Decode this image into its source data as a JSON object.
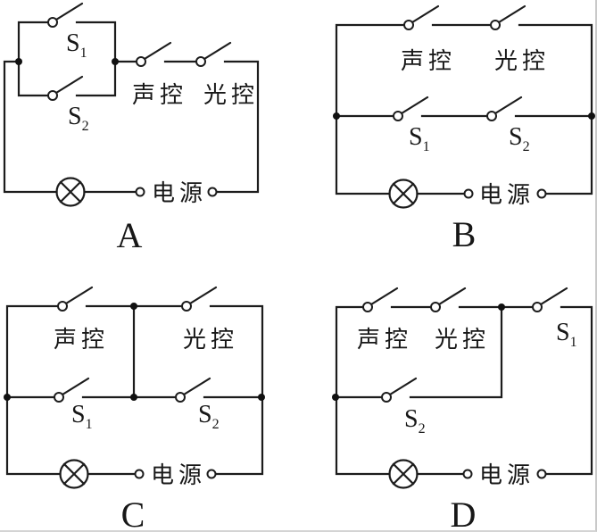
{
  "figure": {
    "background_color": "#ffffff",
    "ink_color": "#1c1c1c",
    "lamp_icon": "circle-with-x",
    "circuits": [
      {
        "letter": "A",
        "sound_label": "声控",
        "light_label": "光控",
        "power_label": "电源",
        "s1": {
          "base": "S",
          "sub": "1"
        },
        "s2": {
          "base": "S",
          "sub": "2"
        }
      },
      {
        "letter": "B",
        "sound_label": "声控",
        "light_label": "光控",
        "power_label": "电源",
        "s1": {
          "base": "S",
          "sub": "1"
        },
        "s2": {
          "base": "S",
          "sub": "2"
        }
      },
      {
        "letter": "C",
        "sound_label": "声控",
        "light_label": "光控",
        "power_label": "电源",
        "s1": {
          "base": "S",
          "sub": "1"
        },
        "s2": {
          "base": "S",
          "sub": "2"
        }
      },
      {
        "letter": "D",
        "sound_label": "声控",
        "light_label": "光控",
        "power_label": "电源",
        "s1": {
          "base": "S",
          "sub": "1"
        },
        "s2": {
          "base": "S",
          "sub": "2"
        }
      }
    ]
  }
}
